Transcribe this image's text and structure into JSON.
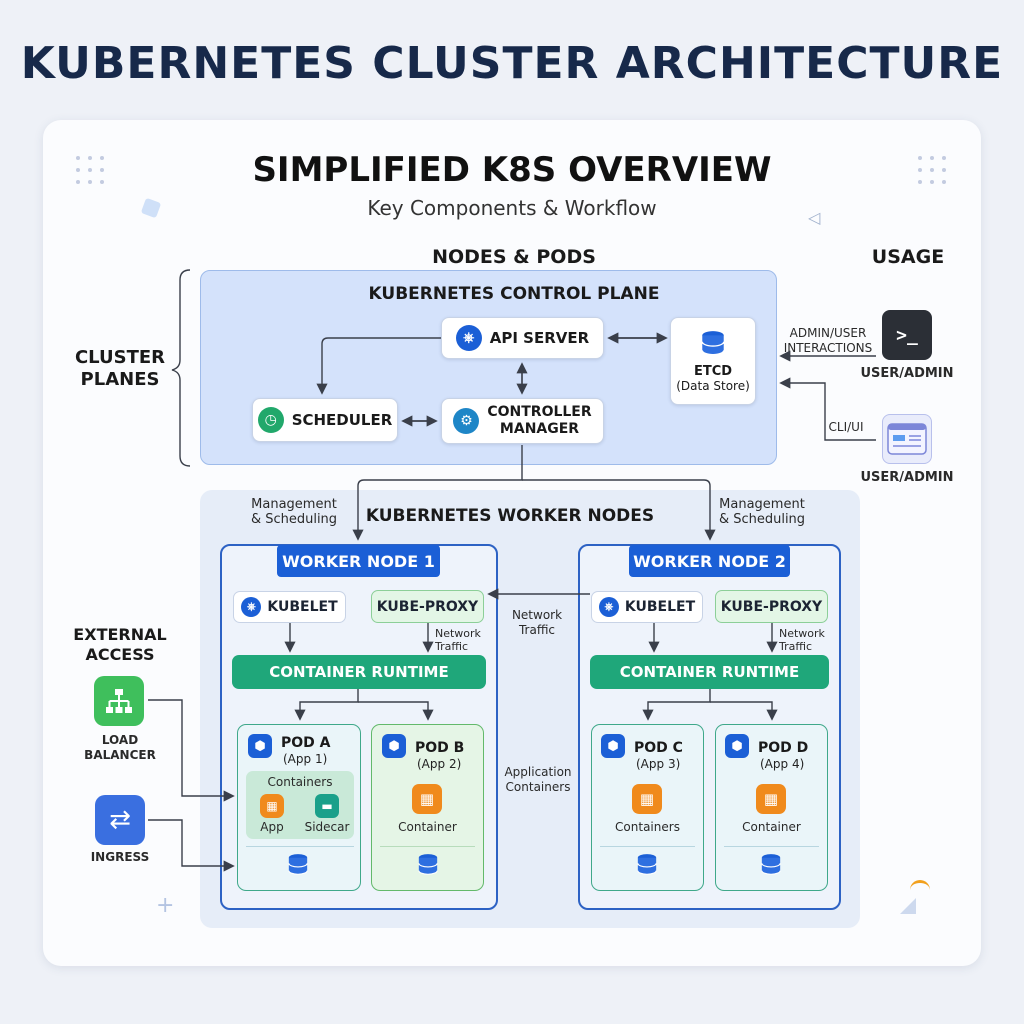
{
  "header": {
    "title": "KUBERNETES CLUSTER ARCHITECTURE",
    "subtitle": "SIMPLIFIED K8S OVERVIEW",
    "caption": "Key Components & Workflow"
  },
  "sections": {
    "nodes_pods": "NODES & PODS",
    "usage": "USAGE",
    "cluster_planes": "CLUSTER\nPLANES",
    "external_access": "EXTERNAL\nACCESS"
  },
  "control_plane": {
    "title": "KUBERNETES CONTROL PLANE",
    "api_server": "API SERVER",
    "scheduler": "SCHEDULER",
    "controller_manager": "CONTROLLER\nMANAGER",
    "etcd": "ETCD",
    "etcd_sub": "(Data Store)"
  },
  "usage": {
    "admin_interactions": "ADMIN/USER\nINTERACTIONS",
    "user_admin_1": "USER/ADMIN",
    "cli_ui": "CLI/UI",
    "user_admin_2": "USER/ADMIN"
  },
  "workers": {
    "title": "KUBERNETES WORKER NODES",
    "mgmt_left": "Management\n& Scheduling",
    "mgmt_right": "Management\n& Scheduling",
    "network_traffic_mid": "Network\nTraffic",
    "app_containers": "Application\nContainers",
    "nodes": [
      {
        "name": "WORKER NODE 1",
        "kubelet": "KUBELET",
        "kube_proxy": "KUBE-PROXY",
        "net_traffic": "Network\nTraffic",
        "runtime": "CONTAINER RUNTIME",
        "pods": [
          {
            "name": "POD A",
            "app": "(App 1)",
            "group": "Containers",
            "c1": "App",
            "c2": "Sidecar"
          },
          {
            "name": "POD B",
            "app": "(App 2)",
            "label": "Container"
          }
        ]
      },
      {
        "name": "WORKER NODE 2",
        "kubelet": "KUBELET",
        "kube_proxy": "KUBE-PROXY",
        "net_traffic": "Network\nTraffic",
        "runtime": "CONTAINER RUNTIME",
        "pods": [
          {
            "name": "POD C",
            "app": "(App 3)",
            "label": "Containers"
          },
          {
            "name": "POD D",
            "app": "(App 4)",
            "label": "Container"
          }
        ]
      }
    ]
  },
  "external": {
    "load_balancer": "LOAD\nBALANCER",
    "ingress": "INGRESS"
  },
  "colors": {
    "title": "#17294a",
    "control_plane_bg": "#d4e2fb",
    "worker_header": "#1b5fd6",
    "runtime": "#1fa77a",
    "container_icon": "#f08a1c"
  }
}
